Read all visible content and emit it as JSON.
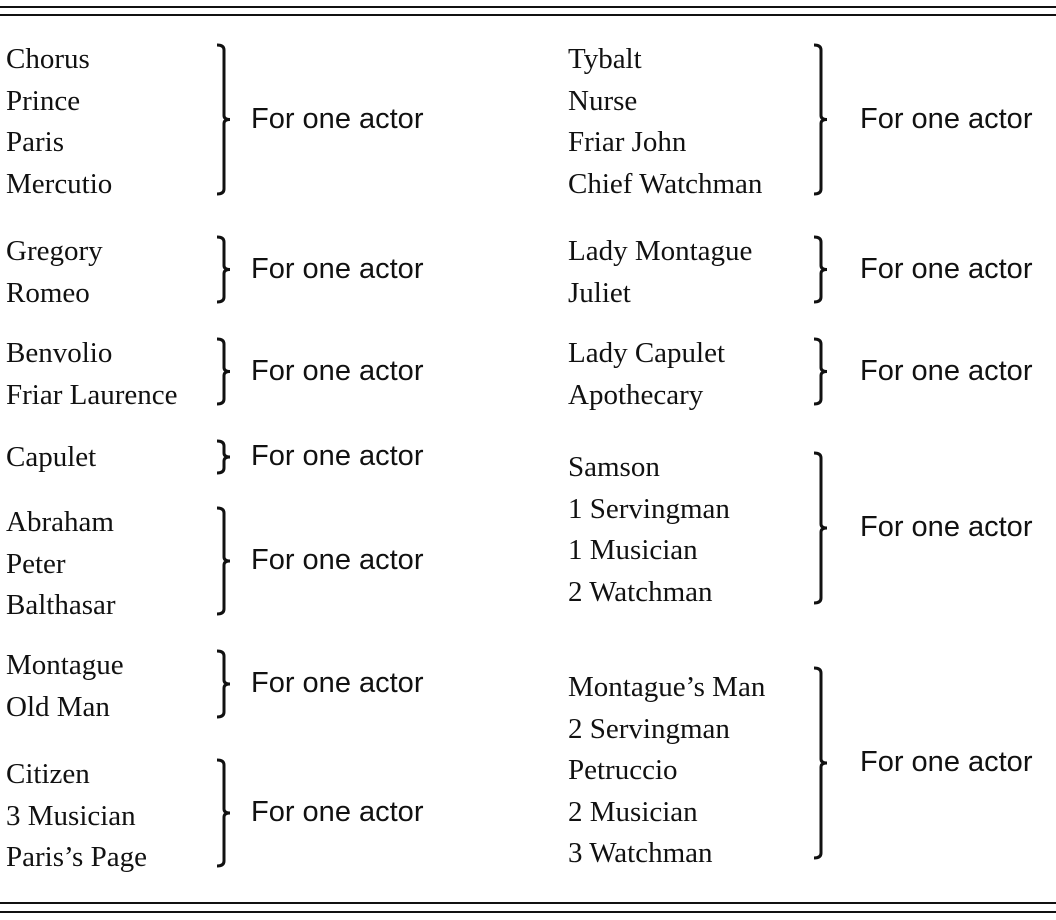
{
  "left_groups": [
    {
      "names": [
        "Chorus",
        "Prince",
        "Paris",
        "Mercutio"
      ],
      "label": "For one actor"
    },
    {
      "names": [
        "Gregory",
        "Romeo"
      ],
      "label": "For one actor"
    },
    {
      "names": [
        "Benvolio",
        "Friar Laurence"
      ],
      "label": "For one actor"
    },
    {
      "names": [
        "Capulet"
      ],
      "label": "For one actor"
    },
    {
      "names": [
        "Abraham",
        "Peter",
        "Balthasar"
      ],
      "label": "For one actor"
    },
    {
      "names": [
        "Montague",
        "Old Man"
      ],
      "label": "For one actor"
    },
    {
      "names": [
        "Citizen",
        "3 Musician",
        "Paris’s Page"
      ],
      "label": "For one actor"
    }
  ],
  "right_groups": [
    {
      "names": [
        "Tybalt",
        "Nurse",
        "Friar John",
        "Chief Watchman"
      ],
      "label": "For one actor"
    },
    {
      "names": [
        "Lady Montague",
        "Juliet"
      ],
      "label": "For one actor"
    },
    {
      "names": [
        "Lady Capulet",
        "Apothecary"
      ],
      "label": "For one actor"
    },
    {
      "names": [
        "Samson",
        "1 Servingman",
        "1 Musician",
        "2 Watchman"
      ],
      "label": "For one actor"
    },
    {
      "names": [
        "Montague’s Man",
        "2 Servingman",
        "Petruccio",
        "2 Musician",
        "3 Watchman"
      ],
      "label": "For one actor"
    }
  ]
}
